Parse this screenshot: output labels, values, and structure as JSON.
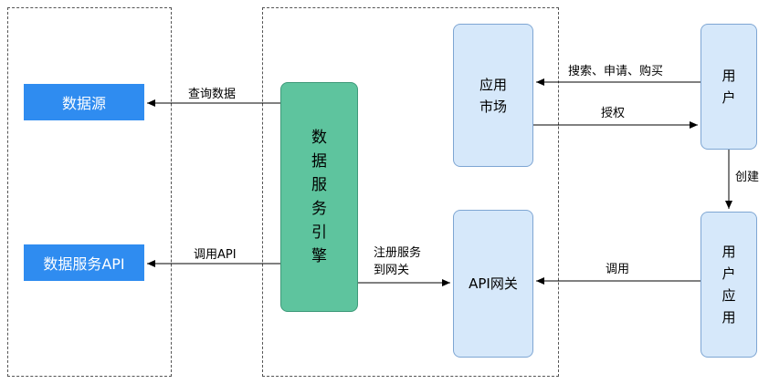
{
  "nodes": {
    "data_source": "数据源",
    "data_service_api": "数据服务API",
    "engine_chars": [
      "数",
      "据",
      "服",
      "务",
      "引",
      "擎"
    ],
    "app_market_lines": [
      "应用",
      "市场"
    ],
    "api_gateway": "API网关",
    "user_chars": [
      "用",
      "户"
    ],
    "user_app_chars": [
      "用",
      "户",
      "应",
      "用"
    ]
  },
  "edges": {
    "query_data": "查询数据",
    "call_api": "调用API",
    "register_lines": [
      "注册服务",
      "到网关"
    ],
    "search_apply_buy": "搜索、申请、购买",
    "authorize": "授权",
    "create": "创建",
    "invoke": "调用"
  },
  "colors": {
    "blue_label": "#2f8cf0",
    "light_box": "#d6e8fa",
    "engine": "#5ec49e"
  }
}
